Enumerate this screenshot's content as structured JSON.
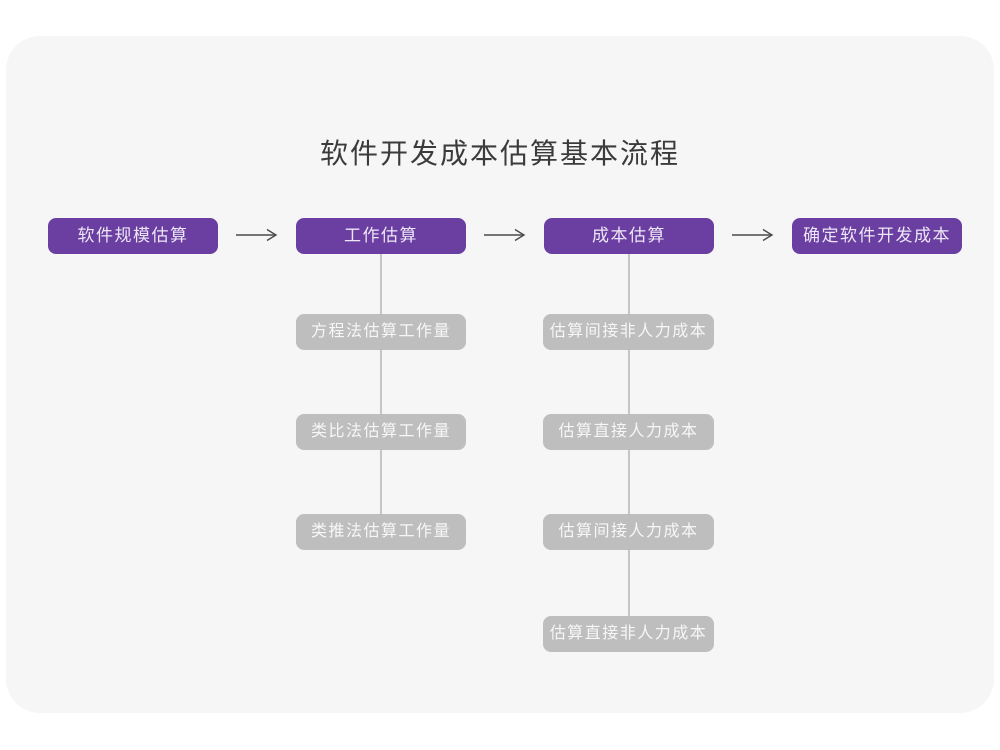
{
  "title": "软件开发成本估算基本流程",
  "flow": {
    "main_steps": [
      {
        "label": "软件规模估算"
      },
      {
        "label": "工作估算"
      },
      {
        "label": "成本估算"
      },
      {
        "label": "确定软件开发成本"
      }
    ],
    "work_estimation_methods": [
      "方程法估算工作量",
      "类比法估算工作量",
      "类推法估算工作量"
    ],
    "cost_estimation_items": [
      "估算间接非人力成本",
      "估算直接人力成本",
      "估算间接人力成本",
      "估算直接非人力成本"
    ]
  },
  "colors": {
    "primary_purple": "#6B3FA1",
    "secondary_gray": "#BEBEBE",
    "card_background": "#F6F6F6",
    "title_text": "#3B3B3B",
    "arrow": "#4A4A4A",
    "connector_line": "#C5C5C5"
  }
}
